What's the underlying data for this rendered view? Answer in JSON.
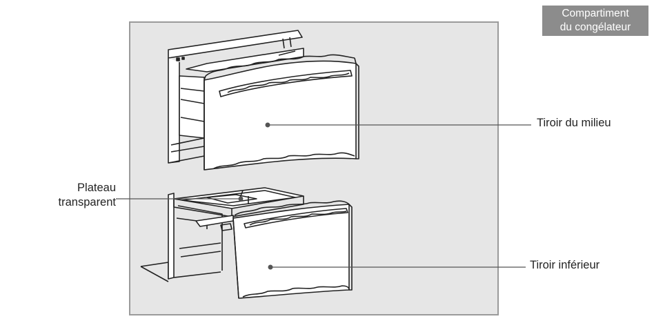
{
  "header": {
    "line1": "Compartiment",
    "line2": "du congélateur",
    "badge_color": "#8c8c8c"
  },
  "labels": {
    "middle_drawer": "Tiroir du milieu",
    "bottom_drawer": "Tiroir inférieur",
    "tray_line1": "Plateau",
    "tray_line2": "transparent"
  },
  "colors": {
    "panel_background": "#e6e6e6",
    "panel_border": "#9a9a9a",
    "line_art": "#222222",
    "leader_line": "#555555"
  }
}
